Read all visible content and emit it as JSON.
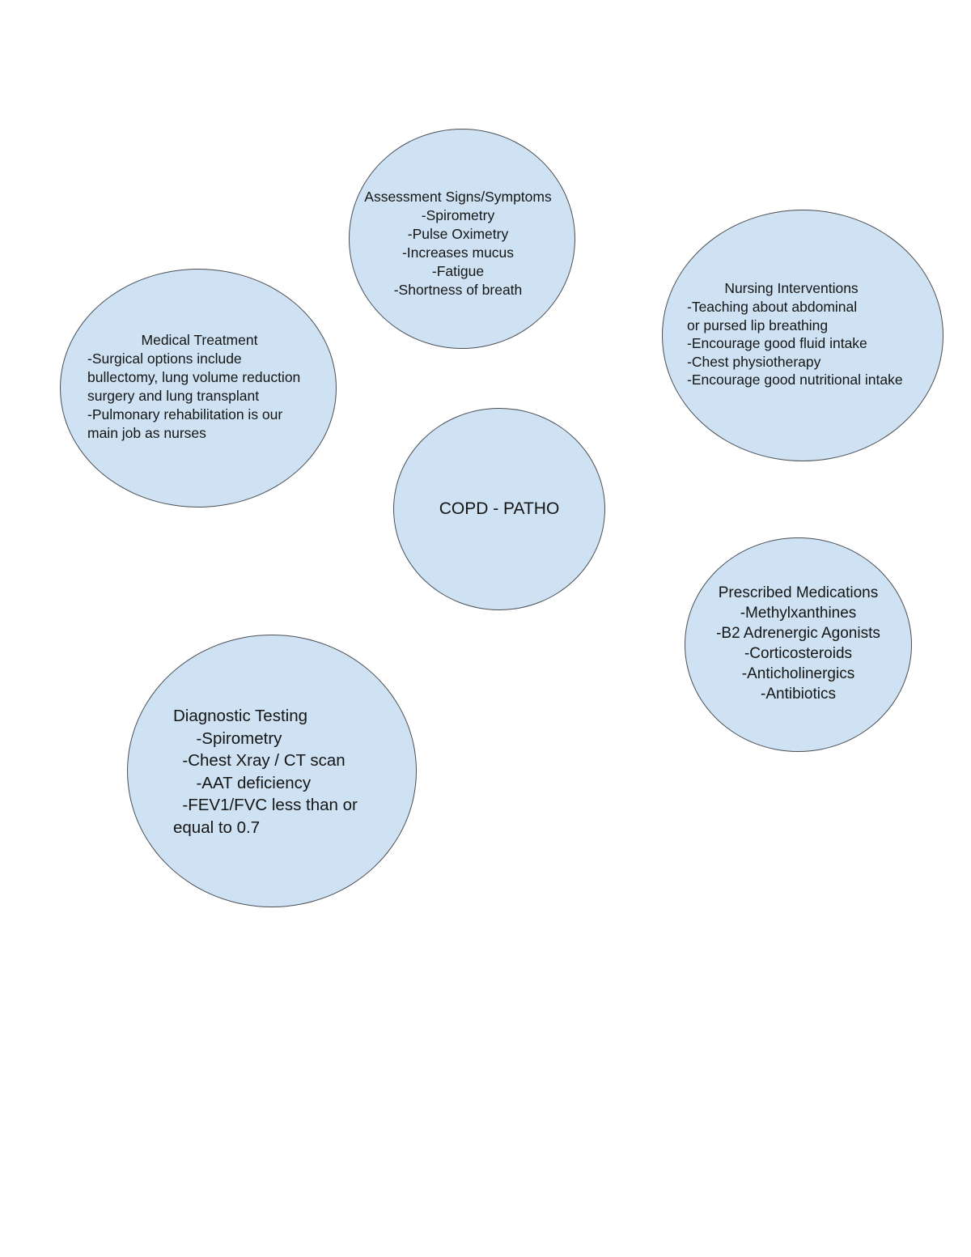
{
  "colors": {
    "bubble_fill": "#cfe2f3",
    "bubble_stroke": "#4a4f55",
    "text": "#151515",
    "background": "#ffffff"
  },
  "center": {
    "title": "COPD - PATHO"
  },
  "assessment": {
    "text": "Assessment Signs/Symptoms\n-Spirometry\n-Pulse Oximetry\n-Increases mucus\n-Fatigue\n-Shortness of breath"
  },
  "nursing": {
    "title": "Nursing Interventions",
    "body": "-Teaching about abdominal\nor pursed lip breathing\n-Encourage good fluid intake\n-Chest physiotherapy\n-Encourage good nutritional intake"
  },
  "medical": {
    "title": "Medical Treatment",
    "body": "-Surgical options include\nbullectomy, lung volume reduction\nsurgery and lung transplant\n-Pulmonary rehabilitation is our\nmain job as nurses"
  },
  "medications": {
    "text": "Prescribed Medications\n-Methylxanthines\n-B2 Adrenergic Agonists\n-Corticosteroids\n-Anticholinergics\n-Antibiotics"
  },
  "diagnostic": {
    "text": "Diagnostic Testing\n     -Spirometry\n  -Chest Xray / CT scan\n     -AAT deficiency\n  -FEV1/FVC less than or\nequal to 0.7"
  }
}
